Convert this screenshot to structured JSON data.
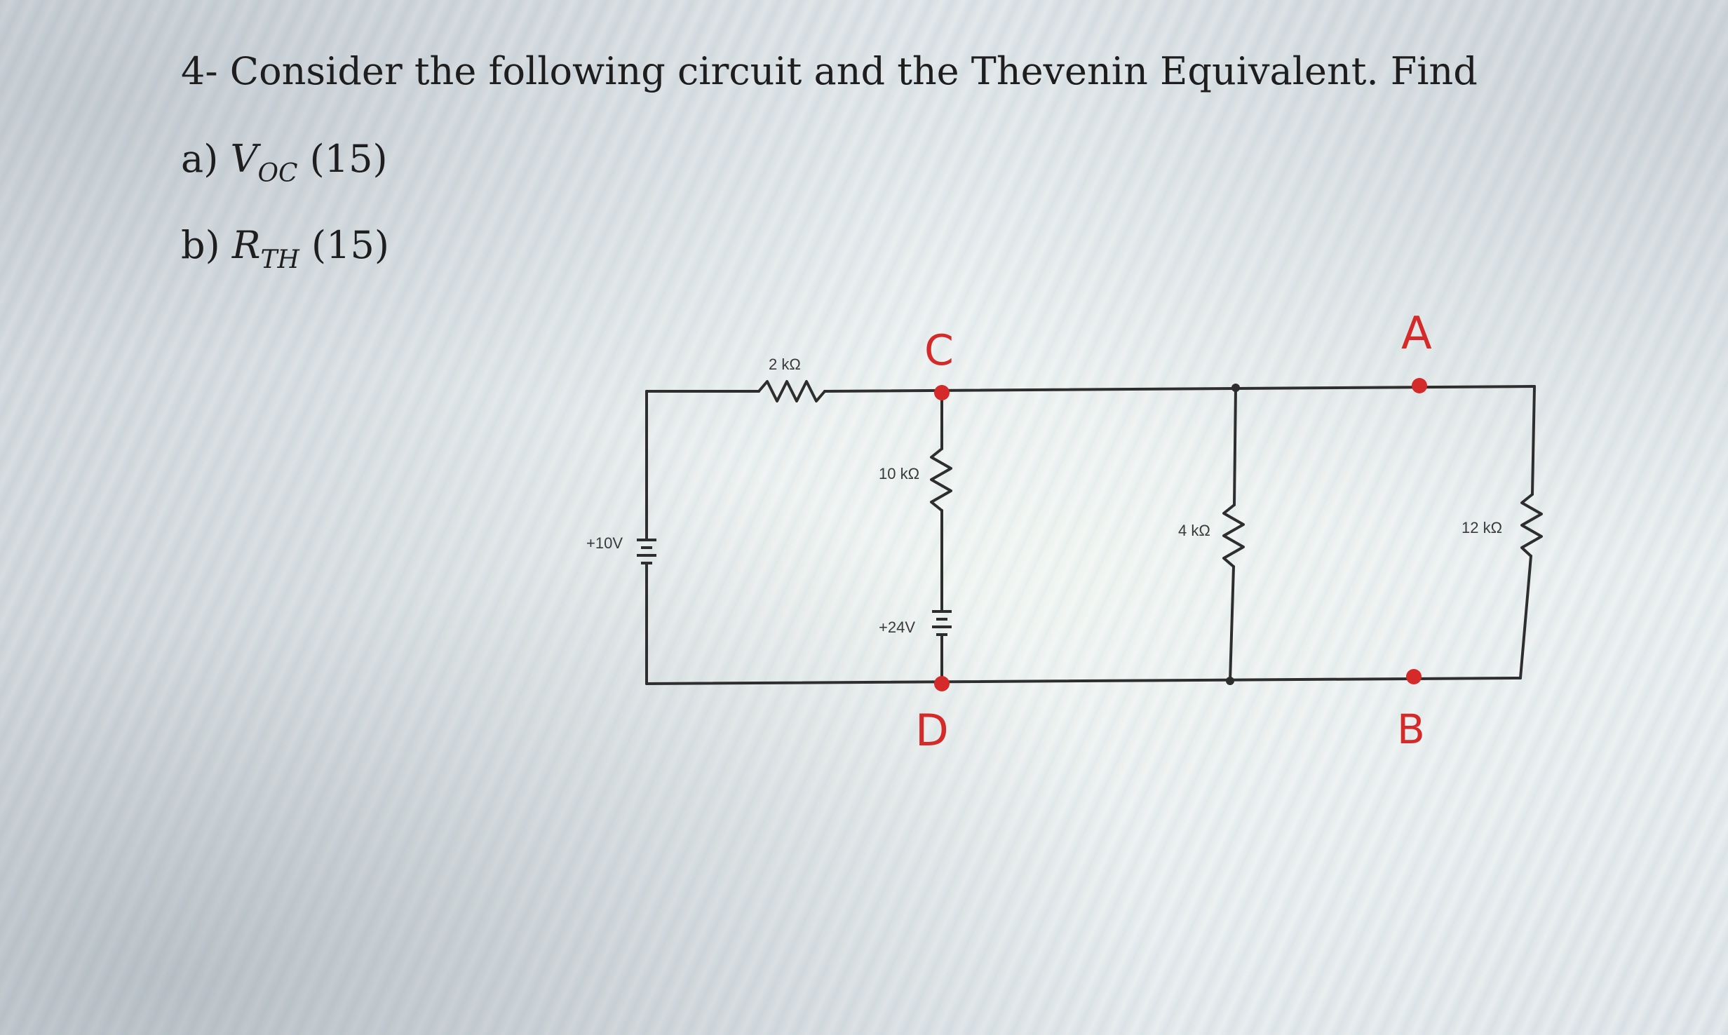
{
  "question": {
    "title": "4- Consider the following circuit and the Thevenin Equivalent. Find",
    "part_a": {
      "prefix": "a) ",
      "symbol": "V",
      "subscript": "OC",
      "points": " (15)"
    },
    "part_b": {
      "prefix": "b) ",
      "symbol": "R",
      "subscript": "TH",
      "points": " (15)"
    }
  },
  "circuit": {
    "source_left": "+10V",
    "source_mid": "+24V",
    "resistor_top": "2 kΩ",
    "resistor_mid": "10 kΩ",
    "resistor_right1": "4 kΩ",
    "resistor_right2": "12 kΩ",
    "node_c": "C",
    "node_d": "D",
    "node_a": "A",
    "node_b": "B",
    "wire_color": "#2e2e2e",
    "node_color": "#d42a2a"
  }
}
